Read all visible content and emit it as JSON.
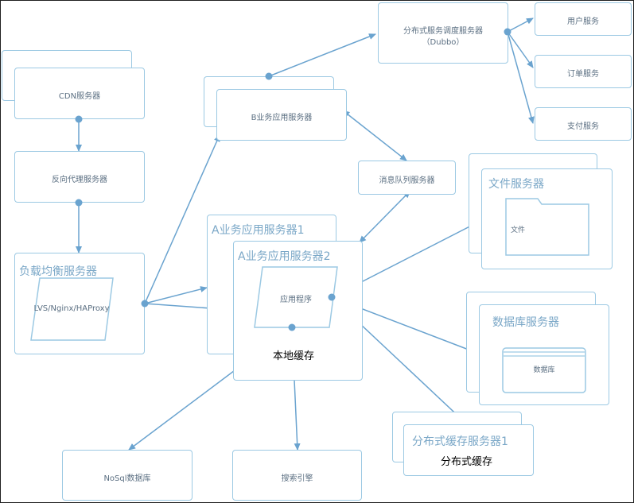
{
  "nodes": {
    "cdn": "CDN服务器",
    "reverse_proxy": "反向代理服务器",
    "load_balancer": {
      "title": "负载均衡服务器",
      "inner": "LVS/Nginx/HAProxy"
    },
    "b_app": "B业务应用服务器",
    "dubbo": {
      "line1": "分布式服务调度服务器",
      "line2": "（Dubbo）"
    },
    "user_service": "用户服务",
    "order_service": "订单服务",
    "payment_service": "支付服务",
    "mq": "消息队列服务器",
    "a_app1": "A业务应用服务器1",
    "a_app2": "A业务应用服务器2",
    "app_program": "应用程序",
    "local_cache": "本地缓存",
    "file_server": {
      "title": "文件服务器",
      "inner": "文件"
    },
    "db_server": {
      "title": "数据库服务器",
      "inner": "数据库"
    },
    "dist_cache": {
      "title": "分布式缓存服务器1",
      "inner": "分布式缓存"
    },
    "nosql": "NoSql数据库",
    "search": "搜索引擎"
  },
  "colors": {
    "box_border": "#9cc9e3",
    "connector": "#6aa3cf",
    "label_text": "#5b6f82",
    "title_text": "#7aa7c7"
  }
}
